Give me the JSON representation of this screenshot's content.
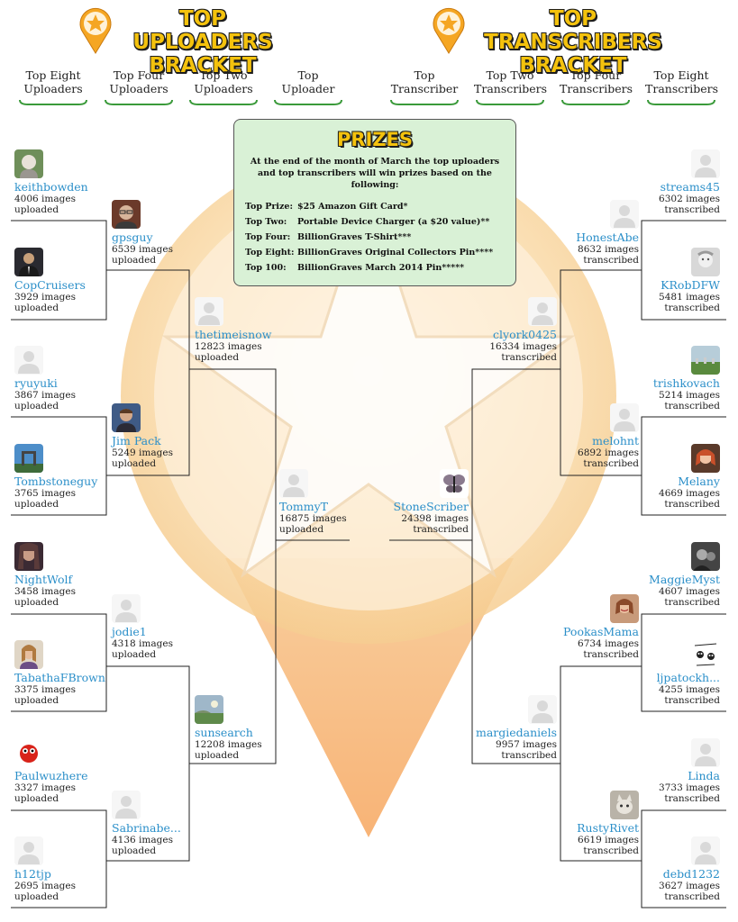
{
  "left_title": "TOP UPLOADERS BRACKET",
  "right_title": "TOP TRANSCRIBERS BRACKET",
  "columns": {
    "left": [
      "Top Eight Uploaders",
      "Top Four Uploaders",
      "Top Two Uploaders",
      "Top Uploader"
    ],
    "right": [
      "Top Transcriber",
      "Top Two Transcribers",
      "Top Four Transcribers",
      "Top Eight Transcribers"
    ]
  },
  "prizes": {
    "title": "PRIZES",
    "intro": "At the end of the month of March the top uploaders and top transcribers will win prizes based on the following:",
    "items": [
      {
        "label": "Top Prize:",
        "value": "$25 Amazon Gift Card*"
      },
      {
        "label": "Top Two:",
        "value": "Portable Device Charger (a $20 value)**"
      },
      {
        "label": "Top Four:",
        "value": "BillionGraves T-Shirt***"
      },
      {
        "label": "Top Eight:",
        "value": "BillionGraves Original Collectors Pin****"
      },
      {
        "label": "Top 100:",
        "value": "BillionGraves March 2014 Pin*****"
      }
    ]
  },
  "uploaders": {
    "top8": [
      {
        "name": "keithbowden",
        "count": "4006 images",
        "unit": "uploaded",
        "avatar": "photo-elderly-woman"
      },
      {
        "name": "CopCruisers",
        "count": "3929 images",
        "unit": "uploaded",
        "avatar": "photo-man-suit"
      },
      {
        "name": "ryuyuki",
        "count": "3867 images",
        "unit": "uploaded",
        "avatar": "default-user"
      },
      {
        "name": "Tombstoneguy",
        "count": "3765 images",
        "unit": "uploaded",
        "avatar": "photo-sky"
      },
      {
        "name": "NightWolf",
        "count": "3458 images",
        "unit": "uploaded",
        "avatar": "photo-dark-hair"
      },
      {
        "name": "TabathaFBrown",
        "count": "3375 images",
        "unit": "uploaded",
        "avatar": "photo-woman"
      },
      {
        "name": "Paulwuzhere",
        "count": "3327 images",
        "unit": "uploaded",
        "avatar": "photo-red-character"
      },
      {
        "name": "h12tjp",
        "count": "2695 images",
        "unit": "uploaded",
        "avatar": "default-user"
      }
    ],
    "top4": [
      {
        "name": "gpsguy",
        "count": "6539 images",
        "unit": "uploaded",
        "avatar": "photo-man-glasses"
      },
      {
        "name": "Jim Pack",
        "count": "5249 images",
        "unit": "uploaded",
        "avatar": "photo-man"
      },
      {
        "name": "jodie1",
        "count": "4318 images",
        "unit": "uploaded",
        "avatar": "default-user"
      },
      {
        "name": "Sabrinabe...",
        "count": "4136 images",
        "unit": "uploaded",
        "avatar": "default-user"
      }
    ],
    "top2": [
      {
        "name": "thetimeisnow",
        "count": "12823 images",
        "unit": "uploaded",
        "avatar": "default-user"
      },
      {
        "name": "sunsearch",
        "count": "12208 images",
        "unit": "uploaded",
        "avatar": "photo-landscape"
      }
    ],
    "top1": {
      "name": "TommyT",
      "count": "16875 images",
      "unit": "uploaded",
      "avatar": "default-user"
    }
  },
  "transcribers": {
    "top1": {
      "name": "StoneScriber",
      "count": "24398 images",
      "unit": "transcribed",
      "avatar": "photo-butterfly"
    },
    "top2": [
      {
        "name": "clyork0425",
        "count": "16334 images",
        "unit": "transcribed",
        "avatar": "default-user"
      },
      {
        "name": "margiedaniels",
        "count": "9957 images",
        "unit": "transcribed",
        "avatar": "default-user"
      }
    ],
    "top4": [
      {
        "name": "HonestAbe",
        "count": "8632 images",
        "unit": "transcribed",
        "avatar": "default-user"
      },
      {
        "name": "melohnt",
        "count": "6892 images",
        "unit": "transcribed",
        "avatar": "default-user"
      },
      {
        "name": "PookasMama",
        "count": "6734 images",
        "unit": "transcribed",
        "avatar": "photo-woman-smile"
      },
      {
        "name": "RustyRivet",
        "count": "6619 images",
        "unit": "transcribed",
        "avatar": "photo-cat"
      }
    ],
    "top8": [
      {
        "name": "streams45",
        "count": "6302 images",
        "unit": "transcribed",
        "avatar": "default-user"
      },
      {
        "name": "KRobDFW",
        "count": "5481 images",
        "unit": "transcribed",
        "avatar": "photo-child"
      },
      {
        "name": "trishkovach",
        "count": "5214 images",
        "unit": "transcribed",
        "avatar": "photo-cemetery"
      },
      {
        "name": "Melany",
        "count": "4669 images",
        "unit": "transcribed",
        "avatar": "photo-woman-red"
      },
      {
        "name": "MaggieMyst",
        "count": "4607 images",
        "unit": "transcribed",
        "avatar": "photo-bw"
      },
      {
        "name": "ljpatockh...",
        "count": "4255 images",
        "unit": "transcribed",
        "avatar": "photo-love-skulls"
      },
      {
        "name": "Linda",
        "count": "3733 images",
        "unit": "transcribed",
        "avatar": "default-user"
      },
      {
        "name": "debd1232",
        "count": "3627 images",
        "unit": "transcribed",
        "avatar": "default-user"
      }
    ]
  },
  "colors": {
    "title_gold": "#f4c20d",
    "link_blue": "#2b8fc9",
    "prize_bg": "#d9f1d6",
    "brace_green": "#3a9a3a",
    "star_orange": "#f5a623"
  }
}
